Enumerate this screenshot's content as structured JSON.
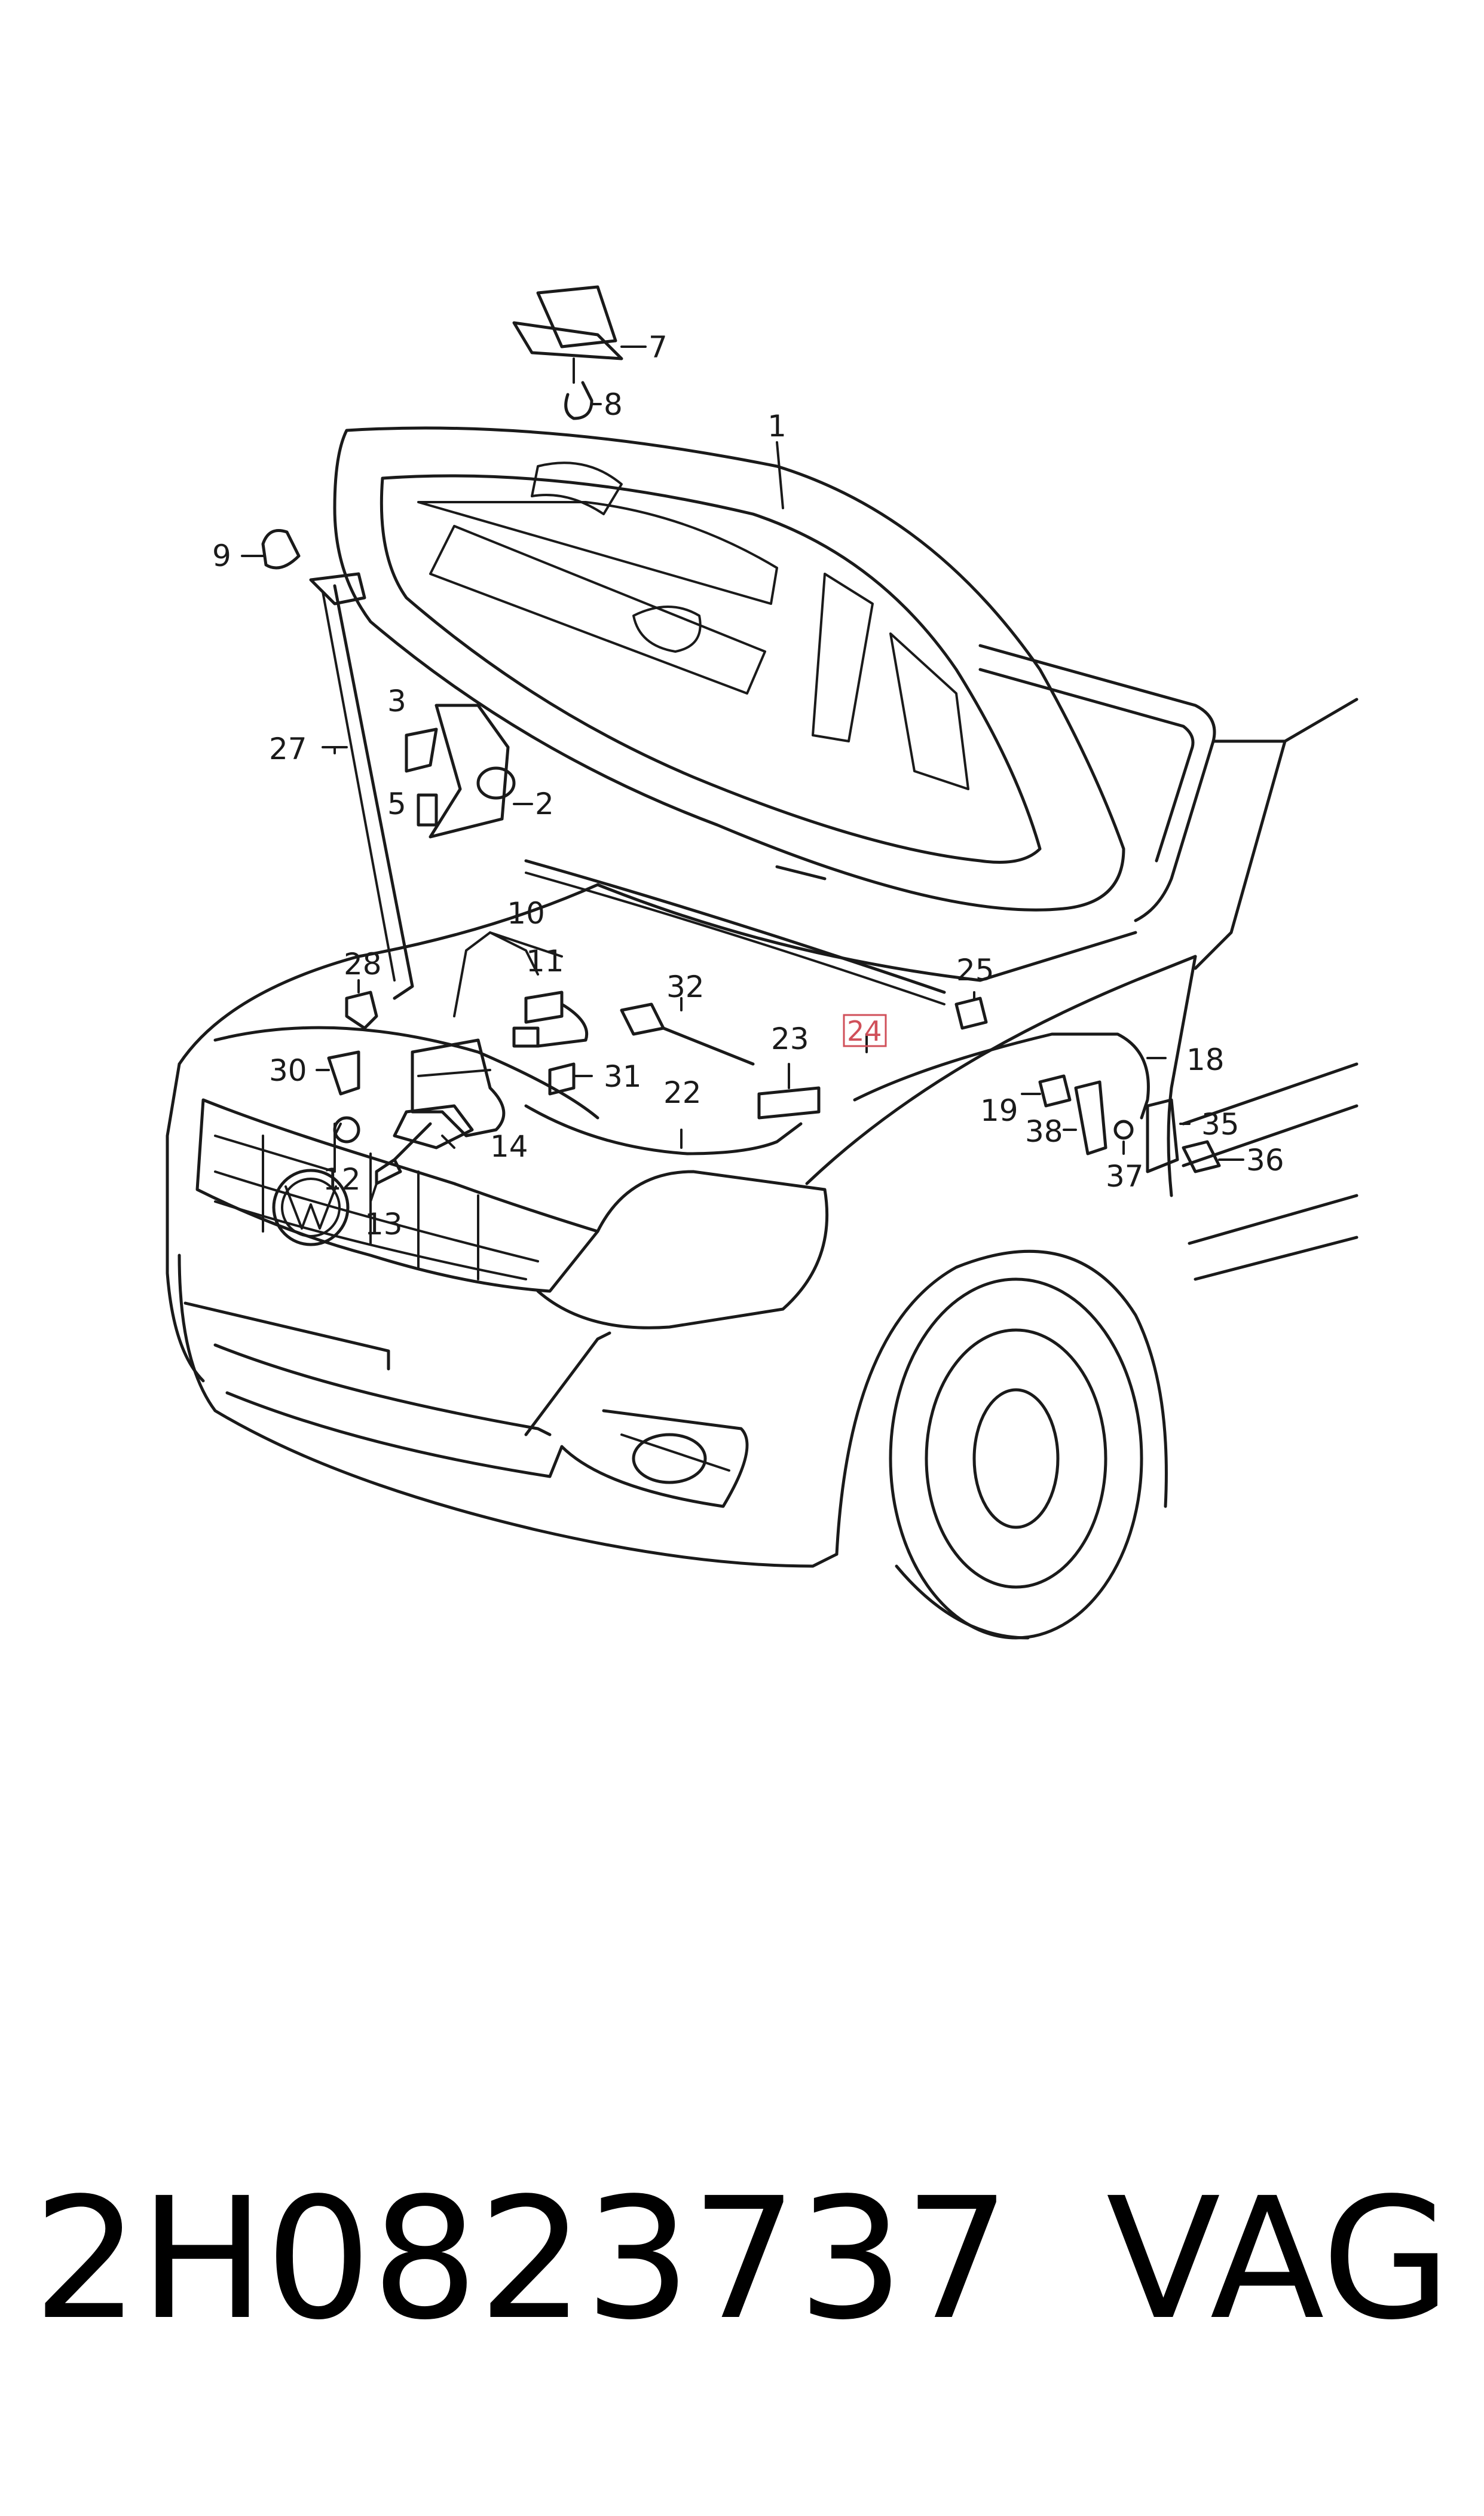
{
  "diagram": {
    "callouts": [
      {
        "id": "c1",
        "label": "1"
      },
      {
        "id": "c2",
        "label": "2"
      },
      {
        "id": "c3",
        "label": "3"
      },
      {
        "id": "c5",
        "label": "5"
      },
      {
        "id": "c7",
        "label": "7"
      },
      {
        "id": "c8",
        "label": "8"
      },
      {
        "id": "c9",
        "label": "9"
      },
      {
        "id": "c10",
        "label": "10"
      },
      {
        "id": "c11",
        "label": "11"
      },
      {
        "id": "c12",
        "label": "12"
      },
      {
        "id": "c13",
        "label": "13"
      },
      {
        "id": "c14",
        "label": "14"
      },
      {
        "id": "c18",
        "label": "18"
      },
      {
        "id": "c19",
        "label": "19"
      },
      {
        "id": "c22",
        "label": "22"
      },
      {
        "id": "c23",
        "label": "23"
      },
      {
        "id": "c24",
        "label": "24",
        "highlighted": true
      },
      {
        "id": "c25",
        "label": "25"
      },
      {
        "id": "c27",
        "label": "27"
      },
      {
        "id": "c28",
        "label": "28"
      },
      {
        "id": "c30",
        "label": "30"
      },
      {
        "id": "c31",
        "label": "31"
      },
      {
        "id": "c32",
        "label": "32"
      },
      {
        "id": "c35",
        "label": "35"
      },
      {
        "id": "c36",
        "label": "36"
      },
      {
        "id": "c37",
        "label": "37"
      },
      {
        "id": "c38",
        "label": "38"
      }
    ],
    "highlight_color": "#d0505a"
  },
  "footer": {
    "part_number": "2H0823737",
    "brand": "VAG"
  }
}
